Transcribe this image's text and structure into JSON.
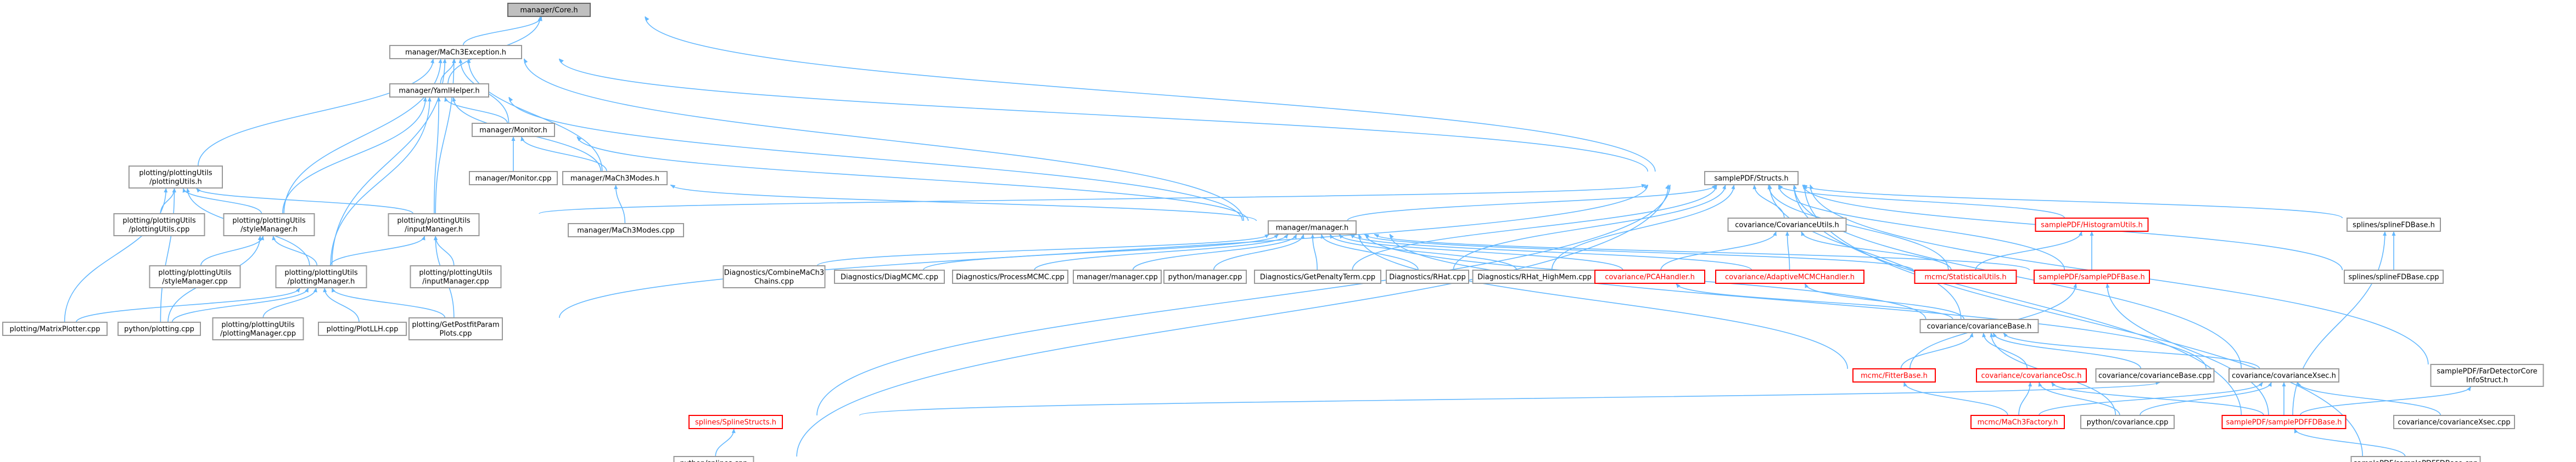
{
  "colors": {
    "edge": "#63b8ff",
    "node_border": "#999999",
    "root_fill": "#bfbfbf",
    "incomplete_border": "#ff0000"
  },
  "nodes": {
    "core": {
      "lines": [
        "manager/Core.h"
      ],
      "root": true
    },
    "mach3exc": {
      "lines": [
        "manager/MaCh3Exception.h"
      ]
    },
    "yaml": {
      "lines": [
        "manager/YamlHelper.h"
      ]
    },
    "monitor": {
      "lines": [
        "manager/Monitor.h"
      ]
    },
    "monitorcpp": {
      "lines": [
        "manager/Monitor.cpp"
      ]
    },
    "modes": {
      "lines": [
        "manager/MaCh3Modes.h"
      ]
    },
    "modescpp": {
      "lines": [
        "manager/MaCh3Modes.cpp"
      ]
    },
    "plotutils": {
      "lines": [
        "plotting/plottingUtils",
        "/plottingUtils.h"
      ]
    },
    "plotutilscpp": {
      "lines": [
        "plotting/plottingUtils",
        "/plottingUtils.cpp"
      ]
    },
    "stylemgr": {
      "lines": [
        "plotting/plottingUtils",
        "/styleManager.h"
      ]
    },
    "inputmgr": {
      "lines": [
        "plotting/plottingUtils",
        "/inputManager.h"
      ]
    },
    "stylemgrcpp": {
      "lines": [
        "plotting/plottingUtils",
        "/styleManager.cpp"
      ]
    },
    "plotmgr": {
      "lines": [
        "plotting/plottingUtils",
        "/plottingManager.h"
      ]
    },
    "inputmgrcpp": {
      "lines": [
        "plotting/plottingUtils",
        "/inputManager.cpp"
      ]
    },
    "matrixplot": {
      "lines": [
        "plotting/MatrixPlotter.cpp"
      ]
    },
    "pyplot": {
      "lines": [
        "python/plotting.cpp"
      ]
    },
    "plotmgrcpp": {
      "lines": [
        "plotting/plottingUtils",
        "/plottingManager.cpp"
      ]
    },
    "plotllh": {
      "lines": [
        "plotting/PlotLLH.cpp"
      ]
    },
    "getpost": {
      "lines": [
        "plotting/GetPostfitParam",
        "Plots.cpp"
      ]
    },
    "spdfstructs": {
      "lines": [
        "samplePDF/Structs.h"
      ]
    },
    "manager": {
      "lines": [
        "manager/manager.h"
      ]
    },
    "combine": {
      "lines": [
        "Diagnostics/CombineMaCh3",
        "Chains.cpp"
      ]
    },
    "diagmcmc": {
      "lines": [
        "Diagnostics/DiagMCMC.cpp"
      ]
    },
    "procmcmc": {
      "lines": [
        "Diagnostics/ProcessMCMC.cpp"
      ]
    },
    "managercpp": {
      "lines": [
        "manager/manager.cpp"
      ]
    },
    "pymanager": {
      "lines": [
        "python/manager.cpp"
      ]
    },
    "getpen": {
      "lines": [
        "Diagnostics/GetPenaltyTerm.cpp"
      ]
    },
    "rhat": {
      "lines": [
        "Diagnostics/RHat.cpp"
      ]
    },
    "rhathm": {
      "lines": [
        "Diagnostics/RHat_HighMem.cpp"
      ]
    },
    "covutils": {
      "lines": [
        "covariance/CovarianceUtils.h"
      ]
    },
    "pcah": {
      "lines": [
        "covariance/PCAHandler.h"
      ],
      "red": true
    },
    "adaptive": {
      "lines": [
        "covariance/AdaptiveMCMCHandler.h"
      ],
      "red": true
    },
    "histutils": {
      "lines": [
        "samplePDF/HistogramUtils.h"
      ],
      "red": true
    },
    "statutils": {
      "lines": [
        "mcmc/StatisticalUtils.h"
      ],
      "red": true
    },
    "spdfbase": {
      "lines": [
        "samplePDF/samplePDFBase.h"
      ],
      "red": true
    },
    "splinebase": {
      "lines": [
        "splines/splineFDBase.h"
      ]
    },
    "splinebasecpp": {
      "lines": [
        "splines/splineFDBase.cpp"
      ]
    },
    "covbase": {
      "lines": [
        "covariance/covarianceBase.h"
      ]
    },
    "fitterbase": {
      "lines": [
        "mcmc/FitterBase.h"
      ],
      "red": true
    },
    "covosc": {
      "lines": [
        "covariance/covarianceOsc.h"
      ],
      "red": true
    },
    "covbasecpp": {
      "lines": [
        "covariance/covarianceBase.cpp"
      ]
    },
    "covxsec": {
      "lines": [
        "covariance/covarianceXsec.h"
      ]
    },
    "farnear": {
      "lines": [
        "samplePDF/FarDetectorCore",
        "InfoStruct.h"
      ]
    },
    "splstructs": {
      "lines": [
        "splines/SplineStructs.h"
      ],
      "red": true
    },
    "factory": {
      "lines": [
        "mcmc/MaCh3Factory.h"
      ],
      "red": true
    },
    "pycov": {
      "lines": [
        "python/covariance.cpp"
      ]
    },
    "spdffd": {
      "lines": [
        "samplePDF/samplePDFFDBase.h"
      ],
      "red": true
    },
    "covxseccpp": {
      "lines": [
        "covariance/covarianceXsec.cpp"
      ]
    },
    "pysplines": {
      "lines": [
        "python/splines.cpp"
      ]
    },
    "spdffdcpp": {
      "lines": [
        "samplePDF/samplePDFFDBase.cpp"
      ]
    }
  }
}
